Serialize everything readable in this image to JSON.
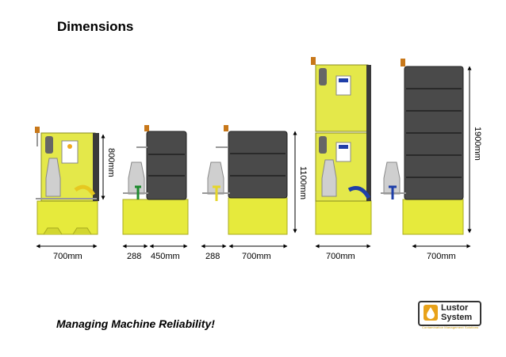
{
  "title": "Dimensions",
  "tagline": "Managing Machine Reliability!",
  "dimensions": {
    "unit1_width": "700mm",
    "unit1_height": "800mm",
    "unit2_side": "288",
    "unit2_width": "450mm",
    "unit3_side": "288",
    "unit3_width": "700mm",
    "unit3_height": "1100mm",
    "unit4_width": "700mm",
    "unit5_width": "700mm",
    "unit5_height": "1900mm"
  },
  "logo": {
    "line1": "Lustor",
    "line2": "System",
    "subtitle": "Contamination Management Solutions"
  },
  "colors": {
    "tank_yellow": "#e6ea3c",
    "cabinet_dark": "#4a4a4a",
    "panel_yellow": "#e4e84a",
    "tap_green": "#1e8a2e",
    "tap_yellow": "#e5d62a",
    "tap_blue": "#1f3fa8",
    "logo_orange": "#e8a21a"
  }
}
